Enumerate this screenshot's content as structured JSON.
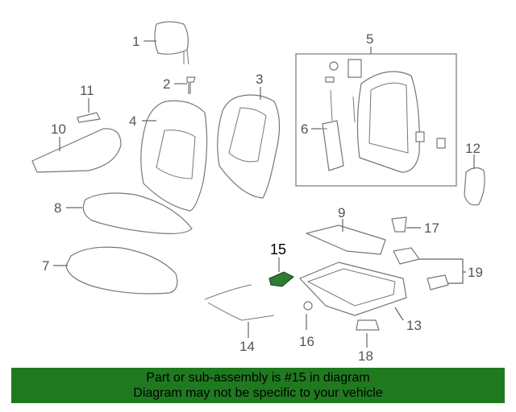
{
  "callouts": [
    {
      "id": "1",
      "label": "1"
    },
    {
      "id": "2",
      "label": "2"
    },
    {
      "id": "3",
      "label": "3"
    },
    {
      "id": "4",
      "label": "4"
    },
    {
      "id": "5",
      "label": "5"
    },
    {
      "id": "6",
      "label": "6"
    },
    {
      "id": "7",
      "label": "7"
    },
    {
      "id": "8",
      "label": "8"
    },
    {
      "id": "9",
      "label": "9"
    },
    {
      "id": "10",
      "label": "10"
    },
    {
      "id": "11",
      "label": "11"
    },
    {
      "id": "12",
      "label": "12"
    },
    {
      "id": "13",
      "label": "13"
    },
    {
      "id": "14",
      "label": "14"
    },
    {
      "id": "15",
      "label": "15"
    },
    {
      "id": "16",
      "label": "16"
    },
    {
      "id": "17",
      "label": "17"
    },
    {
      "id": "18",
      "label": "18"
    },
    {
      "id": "19",
      "label": "19"
    }
  ],
  "highlight": {
    "part": "15",
    "color": "#2e7d32"
  },
  "banner": {
    "line1": "Part or sub-assembly is #15 in diagram",
    "line2": "Diagram may not be specific to your vehicle",
    "color": "#1f7a1f"
  }
}
